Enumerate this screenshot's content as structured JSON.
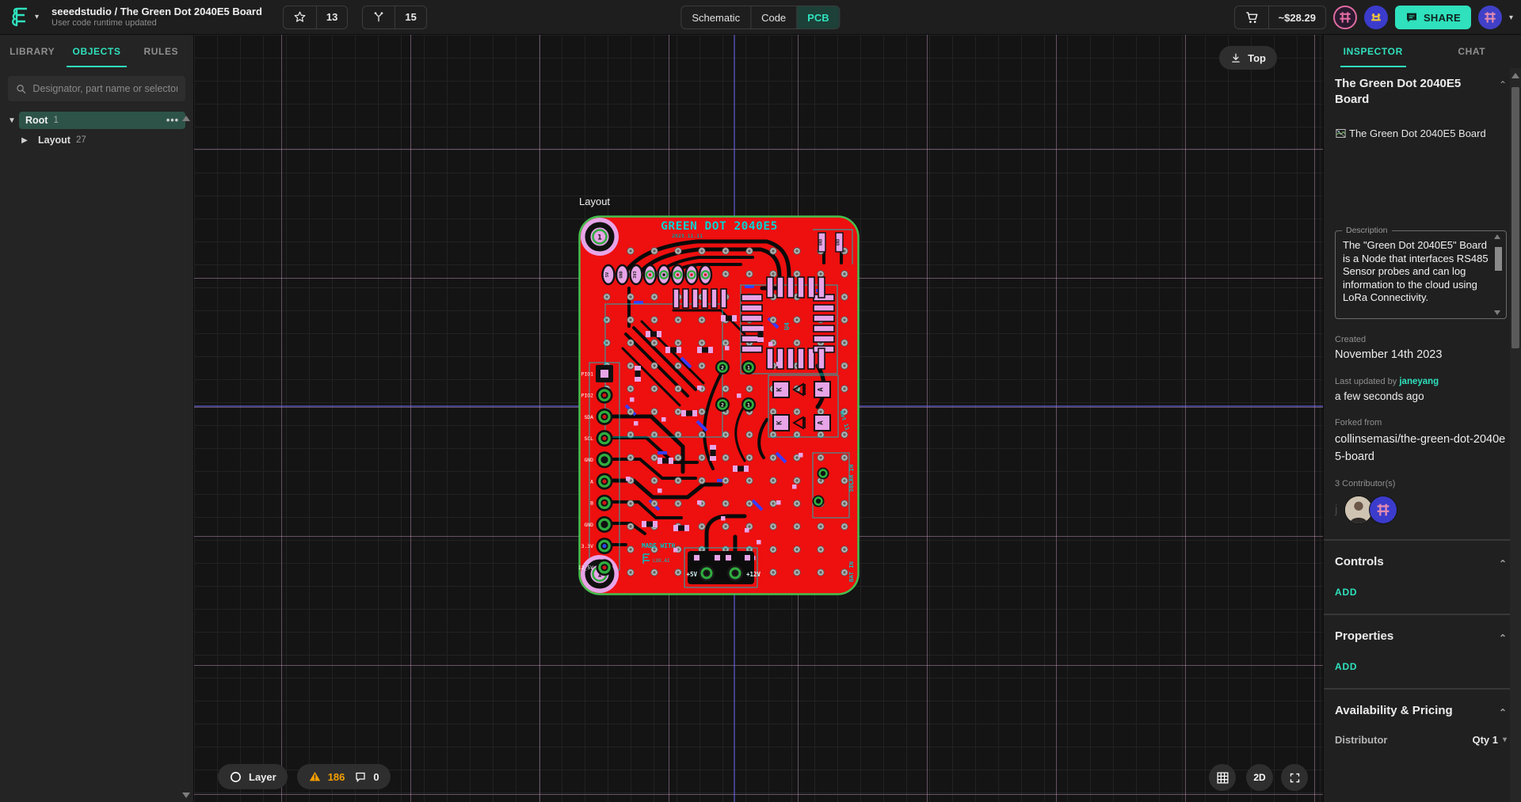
{
  "header": {
    "project_title": "seeedstudio / The Green Dot 2040E5 Board",
    "subtitle": "User code runtime updated",
    "stars": "13",
    "forks": "15",
    "tabs": [
      {
        "label": "Schematic"
      },
      {
        "label": "Code"
      },
      {
        "label": "PCB"
      }
    ],
    "price": "~$28.29",
    "share_label": "SHARE",
    "accent_color": "#2fe1bd"
  },
  "sidebar": {
    "tabs": [
      {
        "label": "LIBRARY"
      },
      {
        "label": "OBJECTS"
      },
      {
        "label": "RULES"
      }
    ],
    "search_placeholder": "Designator, part name or selector",
    "tree": [
      {
        "label": "Root",
        "count": "1"
      },
      {
        "label": "Layout",
        "count": "27"
      }
    ]
  },
  "canvas": {
    "top_button": "Top",
    "layout_label": "Layout",
    "layer_button": "Layer",
    "warning_count": "186",
    "comment_count": "0",
    "view_2d": "2D"
  },
  "board": {
    "title": "GREEN DOT 2040E5",
    "date": "2023.11.11",
    "pin_labels": [
      "PIO1",
      "PIO2",
      "SDA",
      "SCL",
      "GND",
      "A",
      "B",
      "GND",
      "3.3V",
      "12_5V"
    ],
    "top_pad_labels": [
      "5V",
      "GND",
      "3V3"
    ],
    "gnd_pad_label": "GND",
    "plus5v": "+5V",
    "plus12v": "+12V",
    "made_with": "MADE WITH",
    "lux": "LUX.AI",
    "solar_in": "SOLAR IN",
    "bat_in": "BAT IN",
    "net11": "Net 11",
    "ic_label": "U4",
    "diode_k": "K",
    "diode_a": "A",
    "hole_label": "1",
    "pad_numbers": [
      "2",
      "1",
      "2",
      "1"
    ],
    "board_color": "#ee0f0f",
    "outline_color": "#45c04e",
    "silk_color": "#00c2c2",
    "pad_color": "#e7a4e7"
  },
  "inspector": {
    "tabs": [
      {
        "label": "INSPECTOR"
      },
      {
        "label": "CHAT"
      }
    ],
    "title": "The Green Dot 2040E5 Board",
    "image_alt": "The Green Dot 2040E5 Board",
    "description_label": "Description",
    "description": "The \"Green Dot 2040E5\" Board is a Node that interfaces RS485 Sensor probes and can log information to the cloud using LoRa Connectivity.",
    "created_label": "Created",
    "created": "November 14th 2023",
    "updated_label": "Last updated by",
    "updated_by": "janeyang",
    "updated_time": "a few seconds ago",
    "forked_label": "Forked from",
    "forked_from": "collinsemasi/the-green-dot-2040e5-board",
    "contributors_label": "3 Contributor(s)",
    "contributor_placeholder": "j",
    "controls_label": "Controls",
    "properties_label": "Properties",
    "availability_label": "Availability & Pricing",
    "add_label": "ADD",
    "distributor_label": "Distributor",
    "qty_label": "Qty 1"
  }
}
